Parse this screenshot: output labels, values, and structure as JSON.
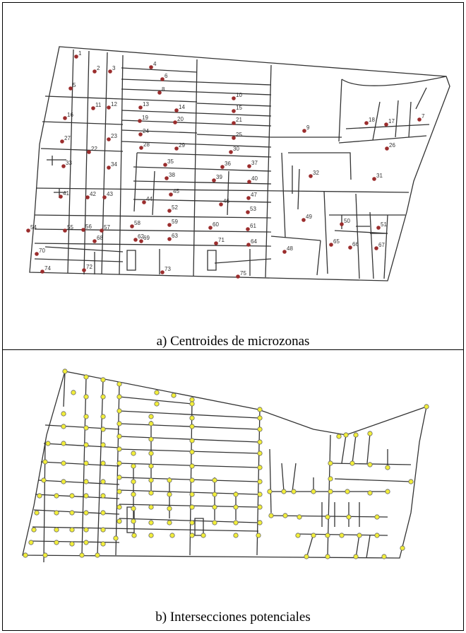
{
  "panel_a": {
    "caption": "a) Centroides de microzonas",
    "centroid_color": "#9b2d2d",
    "centroid_labels": [
      "1",
      "2",
      "3",
      "4",
      "5",
      "6",
      "7",
      "8",
      "9",
      "10",
      "11",
      "12",
      "13",
      "14",
      "15",
      "16",
      "17",
      "18",
      "19",
      "20",
      "21",
      "22",
      "23",
      "24",
      "25",
      "26",
      "27",
      "28",
      "29",
      "30",
      "31",
      "32",
      "33",
      "34",
      "35",
      "36",
      "37",
      "38",
      "39",
      "40",
      "41",
      "42",
      "43",
      "44",
      "45",
      "46",
      "47",
      "48",
      "49",
      "50",
      "51",
      "52",
      "53",
      "54",
      "55",
      "56",
      "57",
      "58",
      "59",
      "60",
      "61",
      "62",
      "63",
      "64",
      "65",
      "66",
      "67",
      "68",
      "69",
      "70",
      "71",
      "72",
      "73",
      "74",
      "75"
    ]
  },
  "panel_b": {
    "caption": "b) Intersecciones potenciales",
    "node_color": "#f2ee3a",
    "node_stroke": "#666666"
  }
}
